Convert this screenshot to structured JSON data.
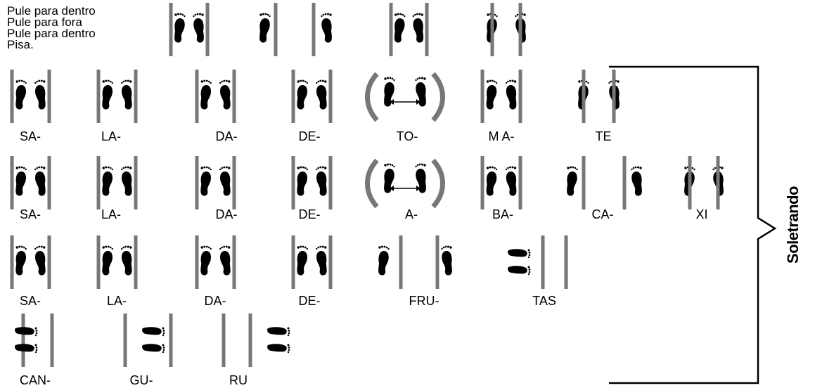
{
  "legend": {
    "line1": "Pule para dentro",
    "line2": "Pule para fora",
    "line3": "Pule para dentro",
    "line4": "Pisa."
  },
  "side_label": "Soletrando",
  "rows": [
    {
      "syllables": [
        "SA-",
        "LA-",
        "DA-",
        "DE-",
        "TO-",
        "M A-",
        "TE"
      ]
    },
    {
      "syllables": [
        "SA-",
        "LA-",
        "DA-",
        "DE-",
        "A-",
        "BA-",
        "CA-",
        "XI"
      ]
    },
    {
      "syllables": [
        "SA-",
        "LA-",
        "DA-",
        "DE-",
        "FRU-",
        "TAS"
      ]
    },
    {
      "syllables": [
        "CAN-",
        "GU-",
        "RU"
      ]
    }
  ],
  "icon_names": [
    "feet-inside-lines-icon",
    "feet-outside-lines-icon",
    "feet-on-lines-icon",
    "swing-arrow-icon",
    "sideways-feet-icon"
  ]
}
